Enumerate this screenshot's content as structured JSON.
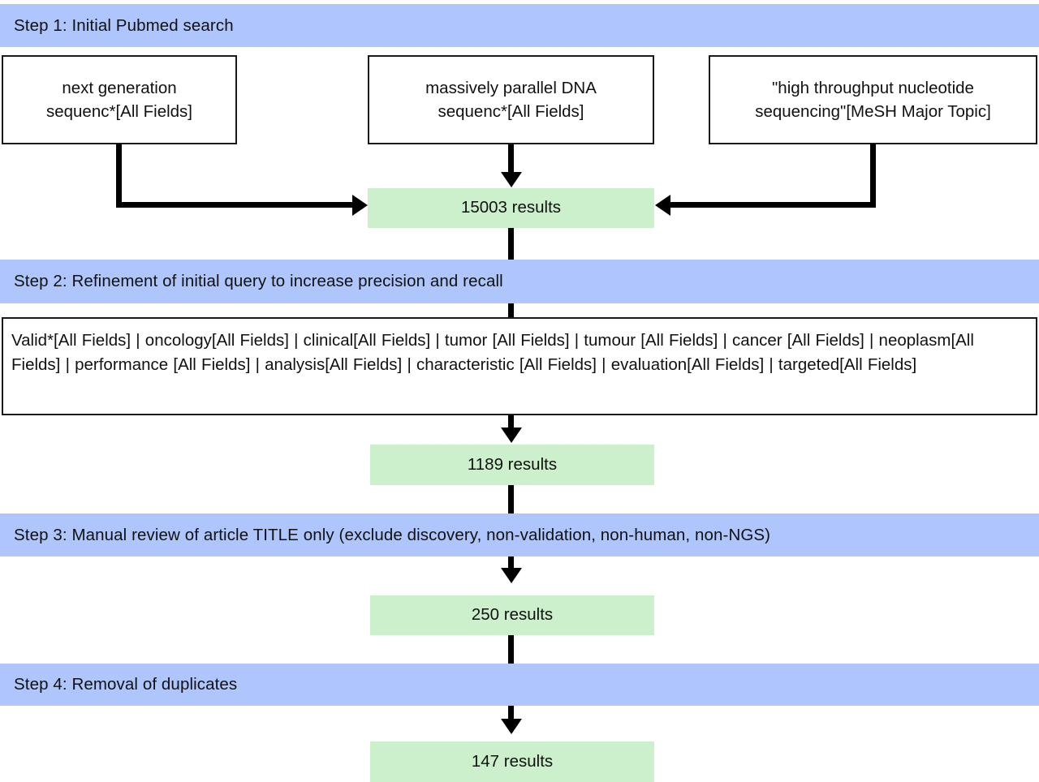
{
  "diagram": {
    "title": "PubMed literature search flowchart",
    "colors": {
      "step_bar": "#aec6fc",
      "result_box": "#ccf0cb",
      "box_border": "#1a1a1a",
      "connector": "#000000",
      "background": "#ffffff"
    }
  },
  "steps": [
    {
      "id": "step1",
      "label": "Step 1: Initial Pubmed search"
    },
    {
      "id": "step2",
      "label": "Step 2: Refinement of initial query to increase precision and recall"
    },
    {
      "id": "step3",
      "label": "Step 3: Manual review of article TITLE only (exclude discovery, non-validation, non-human, non-NGS)"
    },
    {
      "id": "step4",
      "label": "Step 4: Removal of duplicates"
    }
  ],
  "search_terms": [
    {
      "id": "term-left",
      "line1": "next generation",
      "line2": "sequenc*[All Fields]"
    },
    {
      "id": "term-center",
      "line1": "massively parallel DNA",
      "line2": "sequenc*[All Fields]"
    },
    {
      "id": "term-right",
      "line1": "\"high throughput nucleotide",
      "line2": "sequencing\"[MeSH Major Topic]"
    }
  ],
  "refined_query": {
    "text": "Valid*[All Fields] | oncology[All Fields] | clinical[All Fields] | tumor [All Fields] | tumour [All Fields] | cancer [All Fields] | neoplasm[All Fields] | performance [All Fields] | analysis[All Fields] | characteristic [All Fields] | evaluation[All Fields] | targeted[All Fields]"
  },
  "results": [
    {
      "id": "result-15003",
      "label": "15003 results",
      "count": 15003
    },
    {
      "id": "result-1189",
      "label": "1189 results",
      "count": 1189
    },
    {
      "id": "result-250",
      "label": "250 results",
      "count": 250
    },
    {
      "id": "result-147",
      "label": "147 results",
      "count": 147
    }
  ]
}
